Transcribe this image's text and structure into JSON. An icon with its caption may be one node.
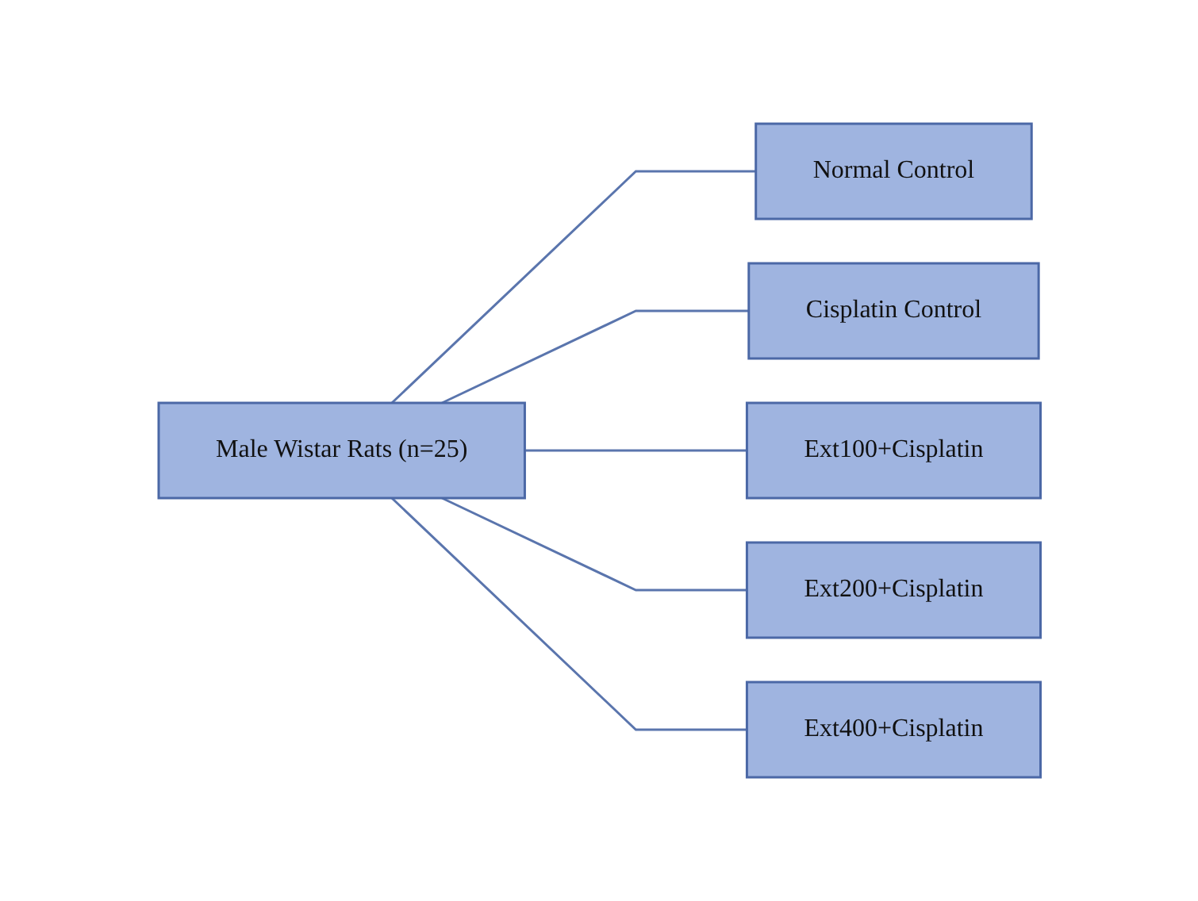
{
  "diagram": {
    "nodes": [
      {
        "text": [
          "Male Wistar Rats (n=25)"
        ]
      },
      {
        "text": [
          "Normal Control"
        ]
      },
      {
        "text": [
          "Cisplatin Control"
        ]
      },
      {
        "text": [
          "Ext100+Cisplatin"
        ]
      },
      {
        "text": [
          "Ext200+Cisplatin"
        ]
      },
      {
        "text": [
          "Ext400+Cisplatin"
        ]
      }
    ],
    "edges": [
      {
        "from": 0,
        "to": 1,
        "arrow": "none"
      },
      {
        "from": 0,
        "to": 2,
        "arrow": "none"
      },
      {
        "from": 0,
        "to": 3,
        "arrow": "none"
      },
      {
        "from": 0,
        "to": 4,
        "arrow": "none"
      },
      {
        "from": 0,
        "to": 5,
        "arrow": "none"
      }
    ]
  }
}
